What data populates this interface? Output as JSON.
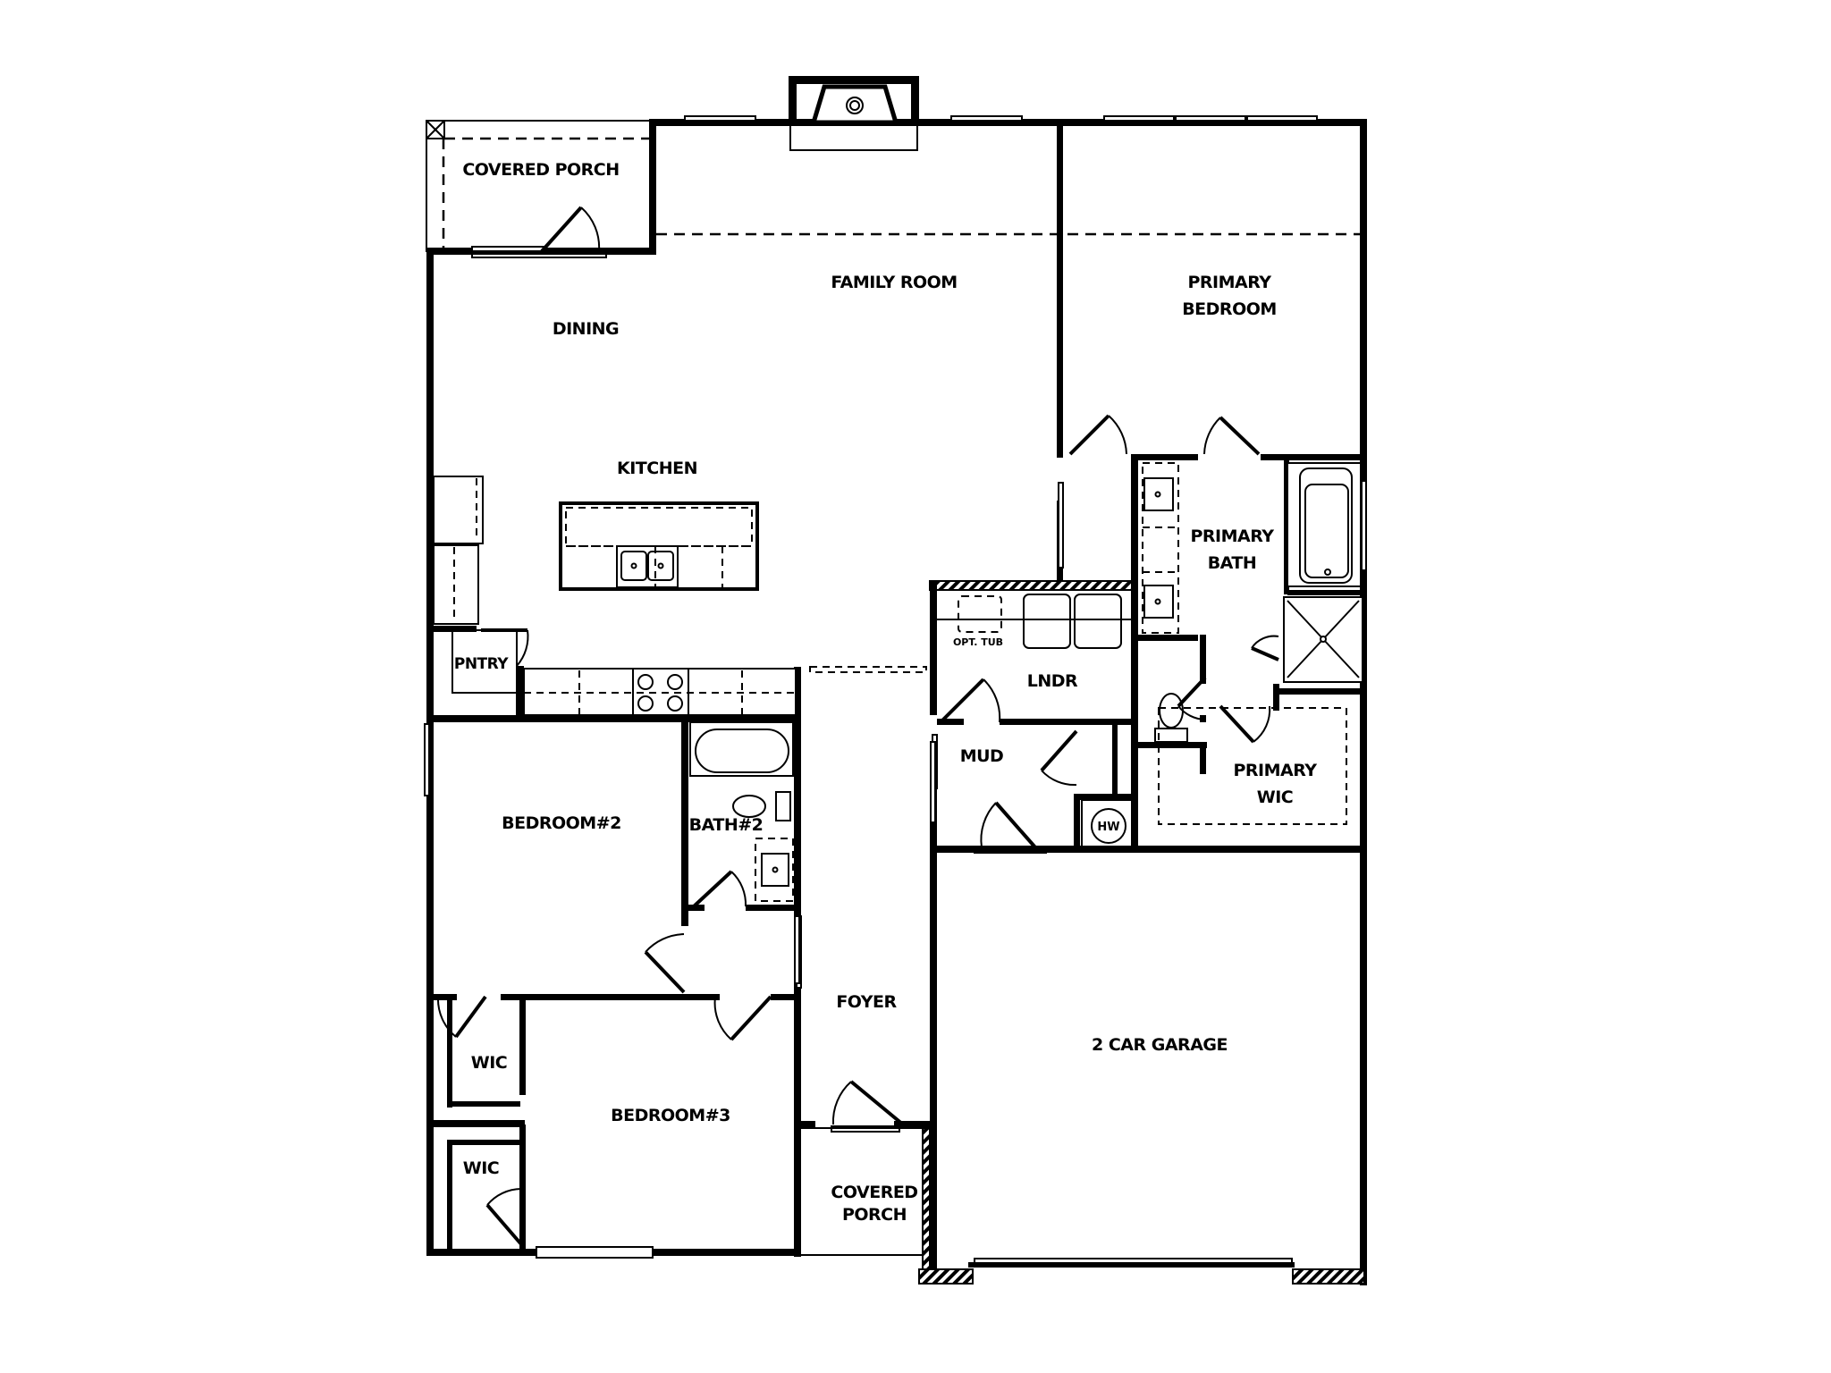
{
  "plan": {
    "rooms": {
      "covered_porch_rear": "COVERED PORCH",
      "family_room": "FAMILY ROOM",
      "dining": "DINING",
      "kitchen": "KITCHEN",
      "primary_bedroom_line1": "PRIMARY",
      "primary_bedroom_line2": "BEDROOM",
      "primary_bath_line1": "PRIMARY",
      "primary_bath_line2": "BATH",
      "pantry": "PNTRY",
      "laundry": "LNDR",
      "opt_tub": "OPT. TUB",
      "mud": "MUD",
      "water_heater": "HW",
      "primary_wic_line1": "PRIMARY",
      "primary_wic_line2": "WIC",
      "bedroom2": "BEDROOM#2",
      "bath2": "BATH#2",
      "foyer": "FOYER",
      "garage": "2 CAR GARAGE",
      "wic_upper": "WIC",
      "wic_lower": "WIC",
      "bedroom3": "BEDROOM#3",
      "covered_porch_front_line1": "COVERED",
      "covered_porch_front_line2": "PORCH"
    },
    "colors": {
      "wall": "#000000",
      "background": "#ffffff"
    }
  }
}
